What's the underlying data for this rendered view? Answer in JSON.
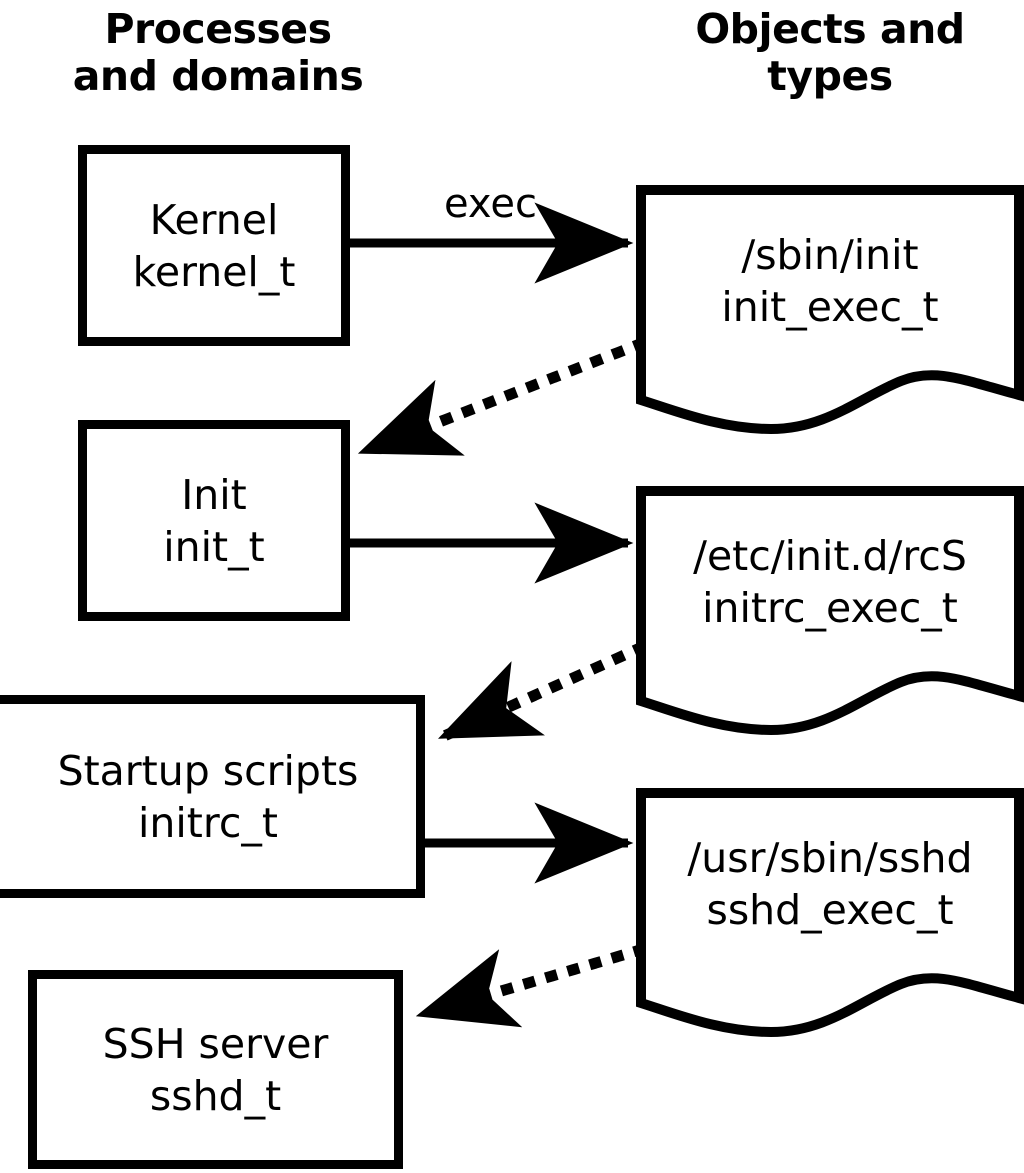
{
  "diagram": {
    "title_left": "Processes\nand domains",
    "title_right": "Objects and\ntypes",
    "background_color": "#ffffff",
    "stroke_color": "#000000",
    "processes": [
      {
        "id": "kernel",
        "line1": "Kernel",
        "line2": "kernel_t"
      },
      {
        "id": "init",
        "line1": "Init",
        "line2": "init_t"
      },
      {
        "id": "initrc",
        "line1": "Startup scripts",
        "line2": "initrc_t"
      },
      {
        "id": "sshd",
        "line1": "SSH server",
        "line2": "sshd_t"
      }
    ],
    "objects": [
      {
        "id": "init-exec",
        "line1": "/sbin/init",
        "line2": "init_exec_t"
      },
      {
        "id": "initrc-exec",
        "line1": "/etc/init.d/rcS",
        "line2": "initrc_exec_t"
      },
      {
        "id": "sshd-exec",
        "line1": "/usr/sbin/sshd",
        "line2": "sshd_exec_t"
      }
    ],
    "edges": [
      {
        "id": "kernel-exec-init",
        "label": "exec",
        "style": "solid",
        "from": "kernel",
        "to": "init-exec"
      },
      {
        "id": "initexec-to-init",
        "label": "",
        "style": "dotted",
        "from": "init-exec",
        "to": "init"
      },
      {
        "id": "init-exec-initrc",
        "label": "",
        "style": "solid",
        "from": "init",
        "to": "initrc-exec"
      },
      {
        "id": "initrcexec-to-initrc",
        "label": "",
        "style": "dotted",
        "from": "initrc-exec",
        "to": "initrc"
      },
      {
        "id": "initrc-exec-sshd",
        "label": "",
        "style": "solid",
        "from": "initrc",
        "to": "sshd-exec"
      },
      {
        "id": "sshdexec-to-sshd",
        "label": "",
        "style": "dotted",
        "from": "sshd-exec",
        "to": "sshd"
      }
    ]
  }
}
